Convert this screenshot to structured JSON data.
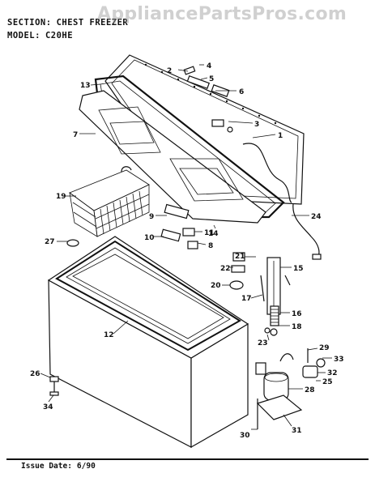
{
  "header": {
    "section_label": "SECTION:",
    "section_value": "CHEST FREEZER",
    "model_label": "MODEL:",
    "model_value": "C20HE"
  },
  "watermark": "AppliancePartsPros.com",
  "footer": {
    "issue_label": "Issue Date:",
    "issue_value": "6/90"
  },
  "callouts": [
    "1",
    "2",
    "3",
    "4",
    "5",
    "6",
    "7",
    "8",
    "9",
    "10",
    "11",
    "12",
    "13",
    "14",
    "15",
    "16",
    "17",
    "18",
    "19",
    "20",
    "21",
    "22",
    "23",
    "24",
    "25",
    "26",
    "27",
    "28",
    "29",
    "30",
    "31",
    "32",
    "33",
    "34"
  ]
}
